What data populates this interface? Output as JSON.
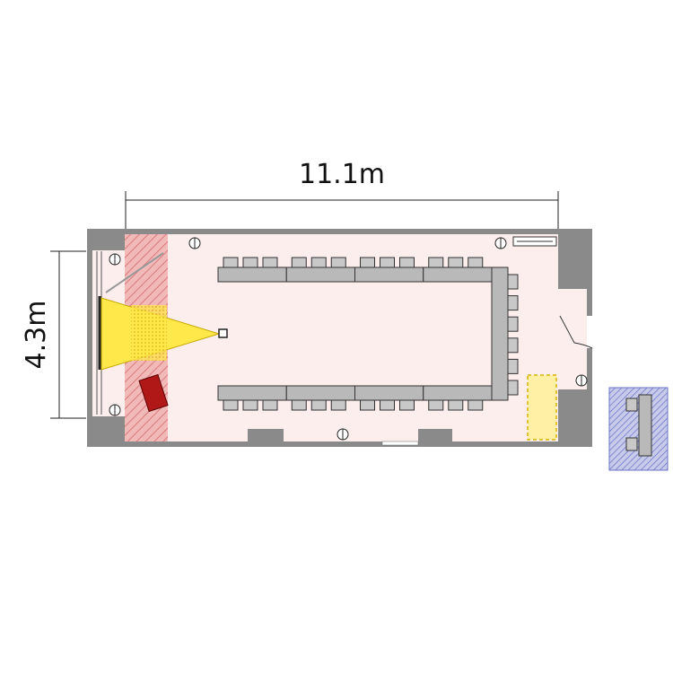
{
  "dimensions": {
    "width_label": "11.1m",
    "depth_label": "4.3m"
  },
  "floor_plan": {
    "seats_top_row": 12,
    "seats_bottom_row": 12,
    "seats_right_column": 6,
    "table_segments_per_row": 4,
    "colors": {
      "wall": "#8a8a8a",
      "floor": "#fdeeee",
      "stage_zone": "#f2b9b9",
      "stage_hatch": "#d97a7a",
      "projection_cone": "#ffe94a",
      "table": "#b9b9b9",
      "chair": "#c8c8c8",
      "podium": "#b01818",
      "side_table": "#fff0a6",
      "storage_area": "#c7cbe9",
      "storage_hatch": "#6b74c9"
    }
  }
}
